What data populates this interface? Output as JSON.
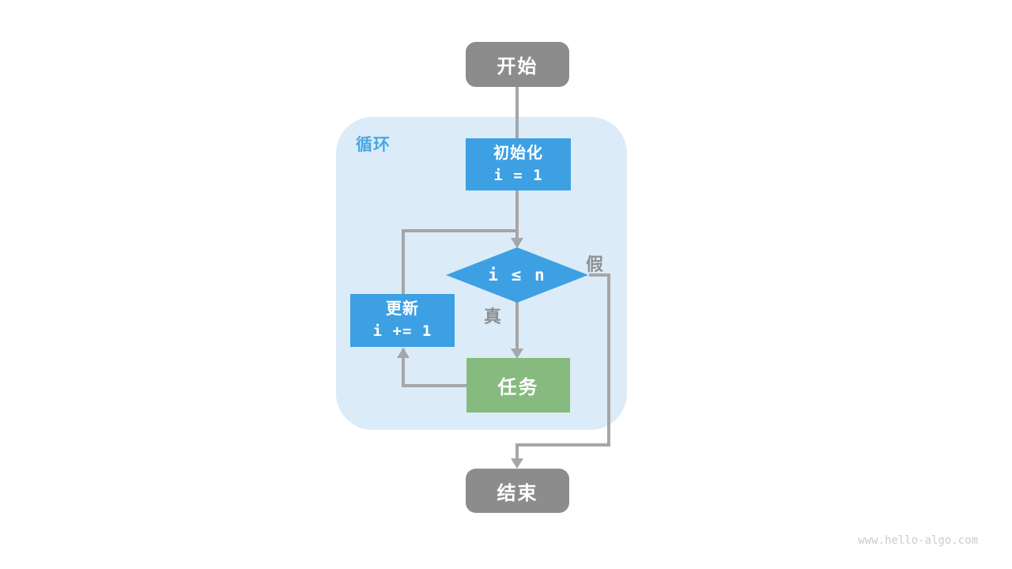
{
  "colors": {
    "node_gray": "#8c8c8c",
    "accent_blue": "#3da0e3",
    "accent_green": "#87ba7e",
    "container_blue": "#dcebf8",
    "line_gray": "#a6a6a6",
    "branch_label_gray": "#8f8f8f",
    "loop_label_blue": "#47a8e4",
    "watermark_gray": "#cccccc"
  },
  "diagram": {
    "loop_region": {
      "label": "循环"
    },
    "nodes": {
      "start": {
        "label": "开始"
      },
      "init": {
        "label": "初始化",
        "code": "i = 1"
      },
      "condition": {
        "code": "i ≤ n"
      },
      "task": {
        "label": "任务"
      },
      "update": {
        "label": "更新",
        "code": "i += 1"
      },
      "end": {
        "label": "结束"
      }
    },
    "branches": {
      "true_label": "真",
      "false_label": "假"
    }
  },
  "footer": {
    "watermark": "www.hello-algo.com"
  }
}
